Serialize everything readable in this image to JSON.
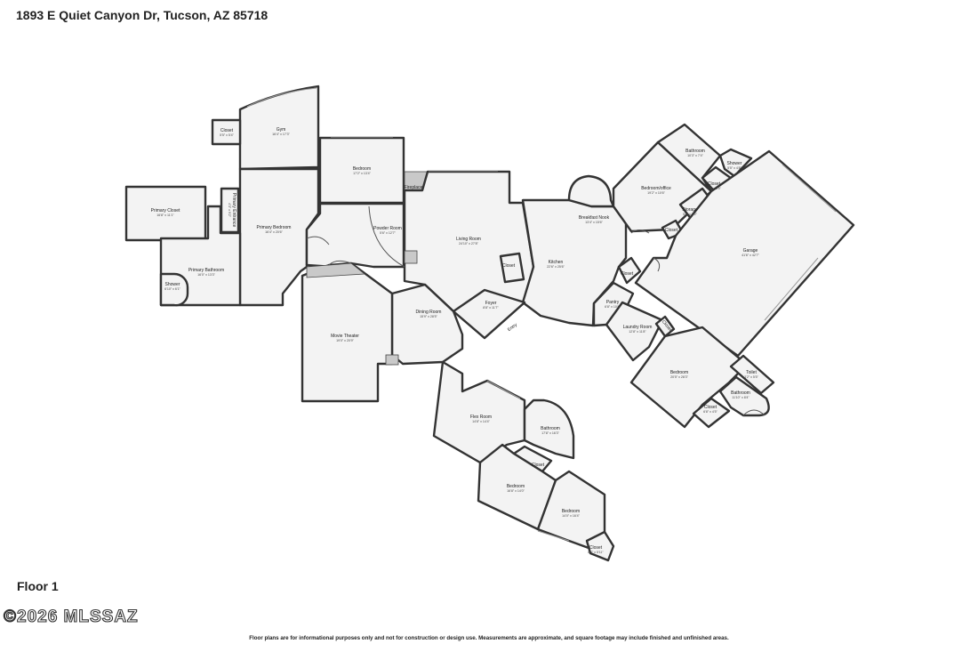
{
  "header": {
    "address": "1893 E Quiet Canyon Dr, Tucson, AZ 85718"
  },
  "floor_label": "Floor 1",
  "watermark": "©2026 MLSSAZ",
  "disclaimer": "Floor plans are for informational purposes only and not for construction or design use. Measurements are approximate, and square footage may include finished and unfinished areas.",
  "rooms": {
    "gym": {
      "name": "Gym",
      "dims": "16'4\" x 17'3\""
    },
    "closet_gym": {
      "name": "Closet",
      "dims": "5'5\" x 5'4\""
    },
    "bedroom_north": {
      "name": "Bedroom",
      "dims": "17'2\" x 13'4\""
    },
    "primary_closet": {
      "name": "Primary Closet",
      "dims": "16'8\" x 11'1\""
    },
    "primary_entrance": {
      "name": "Primary Entrance",
      "dims": "4'3\" x 9'2\""
    },
    "primary_bedroom": {
      "name": "Primary Bedroom",
      "dims": "16'4\" x 20'6\""
    },
    "primary_bathroom": {
      "name": "Primary Bathroom",
      "dims": "16'0\" x 13'3\""
    },
    "shower_primary": {
      "name": "Shower",
      "dims": "6'10\" x 6'1\""
    },
    "fireplace": {
      "name": "Fireplace"
    },
    "powder_room": {
      "name": "Powder Room",
      "dims": "5'6\" x 12'7\""
    },
    "living_room": {
      "name": "Living Room",
      "dims": "24'10\" x 27'8\""
    },
    "closet_living": {
      "name": "Closet"
    },
    "kitchen": {
      "name": "Kitchen",
      "dims": "22'6\" x 25'6\""
    },
    "breakfast_nook": {
      "name": "Breakfast Nook",
      "dims": "13'4\" x 15'6\""
    },
    "foyer": {
      "name": "Foyer",
      "dims": "8'8\" x 11'7\""
    },
    "entry": {
      "name": "Entry"
    },
    "dining_room": {
      "name": "Dining Room",
      "dims": "15'9\" x 28'5\""
    },
    "movie_theater": {
      "name": "Movie Theater",
      "dims": "19'0\" x 20'9\""
    },
    "bedroom_office": {
      "name": "Bedroom/office",
      "dims": "19'2\" x 10'6\""
    },
    "bathroom_office": {
      "name": "Bathroom",
      "dims": "10'3\" x 7'4\""
    },
    "shower_office": {
      "name": "Shower",
      "dims": "5'5\" x 4'8\""
    },
    "closet_office": {
      "name": "Closet",
      "dims": "4'7\" x 6'5\""
    },
    "storage": {
      "name": "Storage",
      "dims": "5'8\" x 7'2\""
    },
    "closet_nook": {
      "name": "Closet"
    },
    "garage": {
      "name": "Garage",
      "dims": "41'6\" x 42'7\""
    },
    "closet_kitchen": {
      "name": "Closet"
    },
    "pantry": {
      "name": "Pantry",
      "dims": "6'8\" x 10'6\""
    },
    "laundry_room": {
      "name": "Laundry Room",
      "dims": "12'8\" x 11'8\""
    },
    "closet_laundry": {
      "name": "Closet"
    },
    "bedroom_east": {
      "name": "Bedroom",
      "dims": "20'5\" x 28'3\""
    },
    "toilet": {
      "name": "Toilet",
      "dims": "3'2\" x 5'5\""
    },
    "bathroom_east": {
      "name": "Bathroom",
      "dims": "11'10\" x 8'4\""
    },
    "closet_east": {
      "name": "Closet",
      "dims": "6'8\" x 4'5\""
    },
    "flex_room": {
      "name": "Flex Room",
      "dims": "14'8\" x 14'4\""
    },
    "bathroom_south": {
      "name": "Bathroom",
      "dims": "17'8\" x 16'3\""
    },
    "closet_south": {
      "name": "Closet"
    },
    "bedroom_sw": {
      "name": "Bedroom",
      "dims": "16'8\" x 14'0\""
    },
    "bedroom_se": {
      "name": "Bedroom",
      "dims": "14'0\" x 16'4\""
    },
    "closet_se": {
      "name": "Closet",
      "dims": "6'4\" x 5'11\""
    }
  }
}
